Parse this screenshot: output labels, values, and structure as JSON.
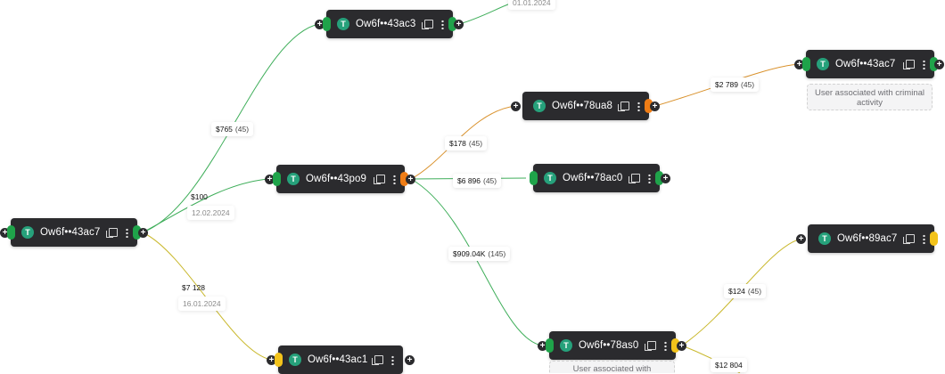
{
  "token_symbol": "T",
  "colors": {
    "node_bg": "#2b2b2e",
    "green": "#1fa34a",
    "orange": "#ef7d16",
    "yellow": "#f3c31b",
    "edge_green": "#3fae5a",
    "edge_orange": "#d9912b",
    "edge_yellow": "#c9b82c"
  },
  "nodes": {
    "root": {
      "address": "Ow6f••43ac7"
    },
    "top": {
      "address": "Ow6f••43ac3"
    },
    "mid": {
      "address": "Ow6f••43po9"
    },
    "bottom": {
      "address": "Ow6f••43ac1"
    },
    "n78ua8": {
      "address": "Ow6f••78ua8"
    },
    "n78ac0": {
      "address": "Ow6f••78ac0"
    },
    "n78as0": {
      "address": "Ow6f••78as0"
    },
    "right_top": {
      "address": "Ow6f••43ac7"
    },
    "n89ac7": {
      "address": "Ow6f••89ac7"
    }
  },
  "edges": {
    "top_date": "01.01.2024",
    "e765": {
      "amount": "$765",
      "count": "(45)"
    },
    "e100": {
      "amount": "$100",
      "date": "12.02.2024"
    },
    "e7128": {
      "amount": "$7 128",
      "date": "16.01.2024"
    },
    "e178": {
      "amount": "$178",
      "count": "(45)"
    },
    "e6896": {
      "amount": "$6 896",
      "count": "(45)"
    },
    "e909": {
      "amount": "$909.04K",
      "count": "(145)"
    },
    "e2789": {
      "amount": "$2 789",
      "count": "(45)"
    },
    "e124": {
      "amount": "$124",
      "count": "(45)"
    },
    "e12804": {
      "amount": "$12 804"
    }
  },
  "notes": {
    "criminal_1": "User associated with criminal activity",
    "criminal_2": "User associated with"
  }
}
